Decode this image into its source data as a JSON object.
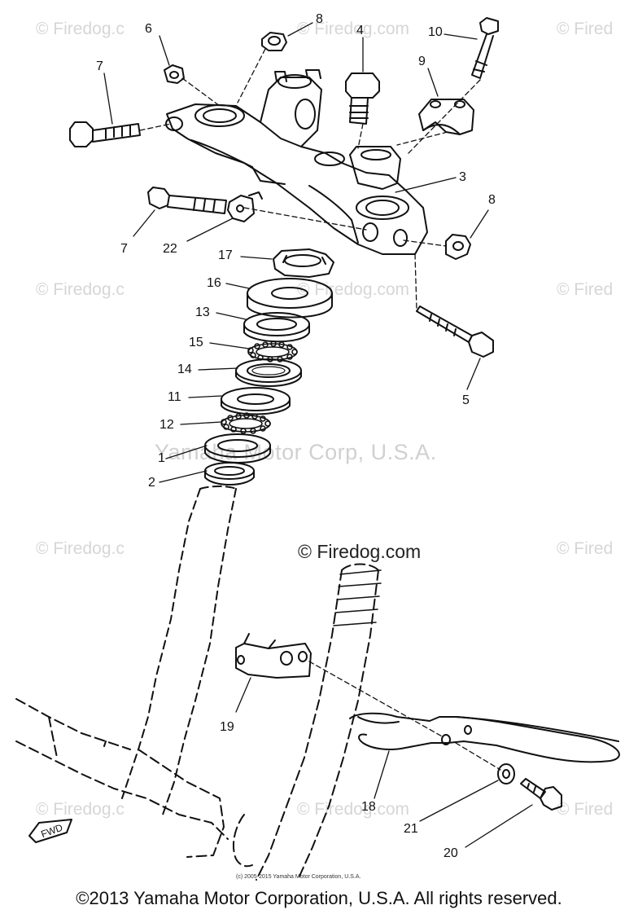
{
  "watermarks": {
    "firedog": "© Firedog.com",
    "firedog_center": "© Firedog.com",
    "firedog_partial_left": "© Firedog.c",
    "firedog_partial_right": "© Fired",
    "yamaha_usa": "Yamaha Motor Corp, U.S.A."
  },
  "callouts": {
    "c1": "1",
    "c2": "2",
    "c3": "3",
    "c4": "4",
    "c5": "5",
    "c6": "6",
    "c7a": "7",
    "c7b": "7",
    "c8a": "8",
    "c8b": "8",
    "c9": "9",
    "c10": "10",
    "c11": "11",
    "c12": "12",
    "c13": "13",
    "c14": "14",
    "c15": "15",
    "c16": "16",
    "c17": "17",
    "c18": "18",
    "c19": "19",
    "c20": "20",
    "c21": "21",
    "c22": "22"
  },
  "fwd_label": "FWD",
  "small_copyright": "(c) 2005-2015 Yamaha Motor Corporation, U.S.A.",
  "footer_copyright": "©2013 Yamaha Motor Corporation, U.S.A. All rights reserved."
}
